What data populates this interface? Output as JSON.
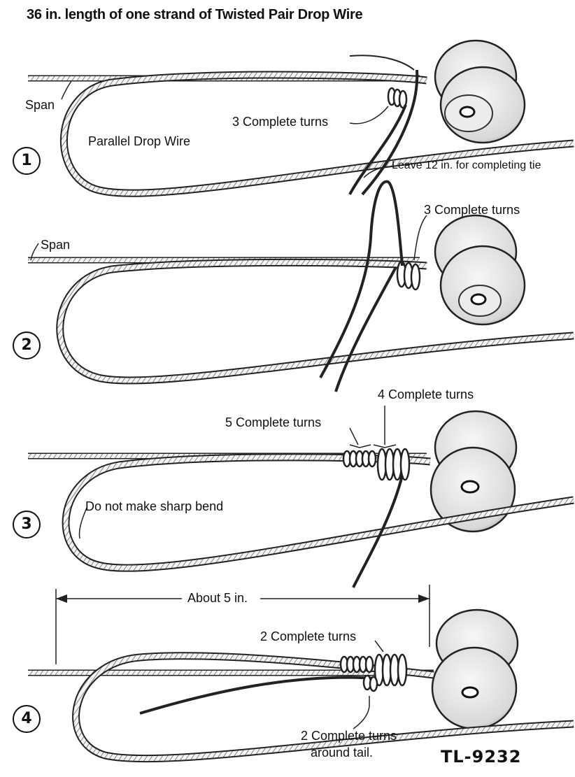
{
  "title": "36 in. length of one strand of Twisted Pair Drop Wire",
  "steps": [
    {
      "number": "1",
      "labels": {
        "span": "Span",
        "drop_wire": "Parallel Drop Wire",
        "turns": "3 Complete turns",
        "leave": "Leave 12 in. for completing tie"
      }
    },
    {
      "number": "2",
      "labels": {
        "span": "Span",
        "turns": "3 Complete turns"
      }
    },
    {
      "number": "3",
      "labels": {
        "turns_a": "5 Complete turns",
        "turns_b": "4 Complete turns",
        "bend": "Do not make sharp bend"
      }
    },
    {
      "number": "4",
      "labels": {
        "dimension": "About 5 in.",
        "turns_a": "2 Complete turns",
        "turns_b": "2 Complete turns",
        "tail": "around tail."
      }
    }
  ],
  "figure_id": "TL-9232"
}
